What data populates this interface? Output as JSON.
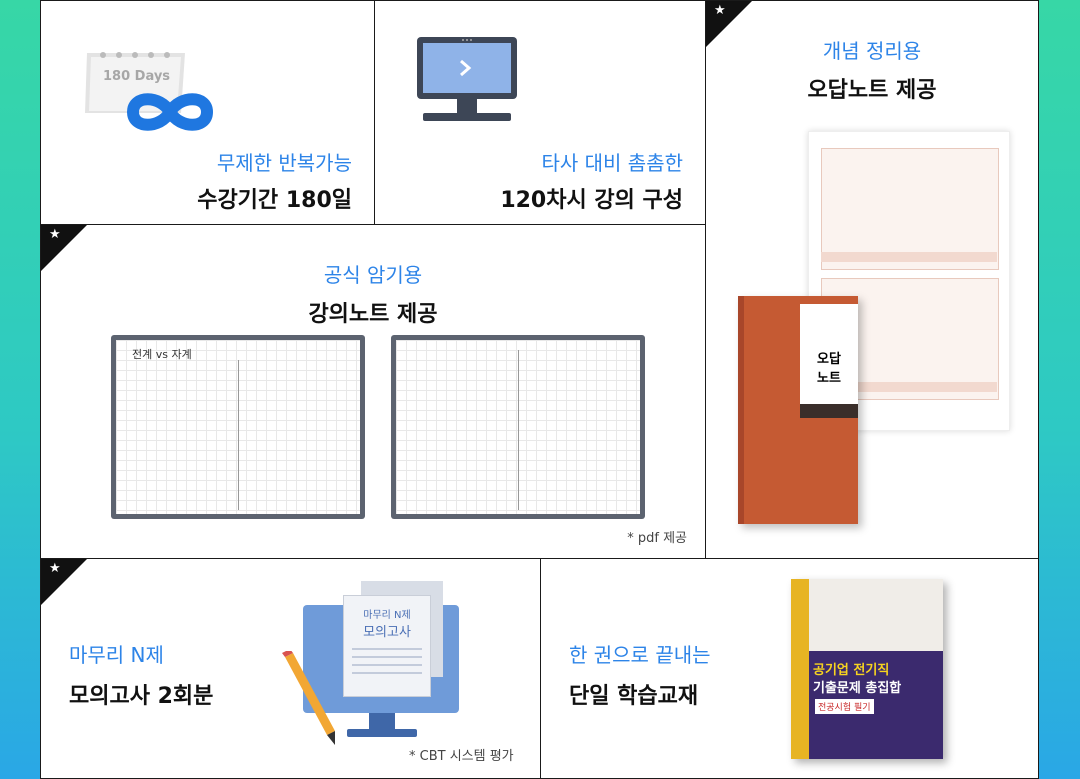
{
  "cards": {
    "repeat": {
      "calendar_label": "180 Days",
      "title_blue": "무제한 반복가능",
      "title_bold": "수강기간 180일"
    },
    "lectures": {
      "title_blue": "타사 대비 촘촘한",
      "title_bold": "120차시 강의 구성"
    },
    "wrong_note": {
      "title_blue": "개념 정리용",
      "title_bold": "오답노트 제공",
      "book_label_1": "오답",
      "book_label_2": "노트"
    },
    "lecture_note": {
      "title_blue": "공식 암기용",
      "title_bold": "강의노트 제공",
      "note_heading": "전계 vs 자계",
      "footnote": "* pdf 제공"
    },
    "mock_exam": {
      "title_blue": "마무리 N제",
      "title_bold": "모의고사 2회분",
      "paper_line_1": "마무리 N제",
      "paper_line_2": "모의고사",
      "footnote": "* CBT 시스템 평가"
    },
    "textbook": {
      "title_blue": "한 권으로 끝내는",
      "title_bold": "단일 학습교재",
      "book_title_1": "공기업 전기직",
      "book_title_2": "기출문제 총집합",
      "book_tag": "전공시험 필기"
    }
  },
  "colors": {
    "accent_blue": "#2d84e8",
    "book_orange": "#c55a33",
    "book_purple": "#3b2a6e",
    "monitor_blue": "#6f9bd9"
  }
}
